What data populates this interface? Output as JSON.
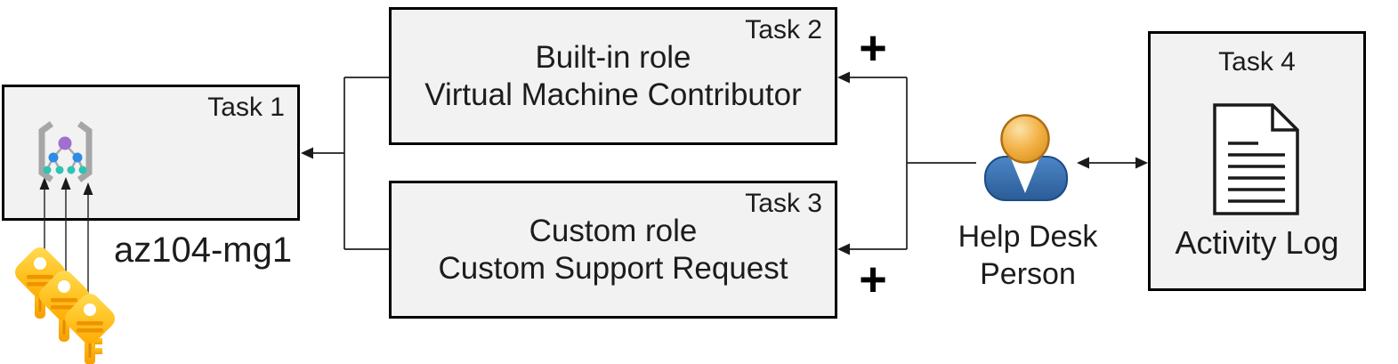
{
  "nodes": {
    "task1": {
      "label": "Task 1",
      "text": "az104-mg1",
      "icon": "management-group-icon"
    },
    "task2": {
      "label": "Task 2",
      "line1": "Built-in role",
      "line2": "Virtual Machine Contributor"
    },
    "task3": {
      "label": "Task 3",
      "line1": "Custom role",
      "line2": "Custom Support Request"
    },
    "task4": {
      "label": "Task 4",
      "caption": "Activity Log",
      "icon": "document-icon"
    },
    "person": {
      "line1": "Help Desk",
      "line2": "Person",
      "icon": "person-icon"
    },
    "keys": {
      "count": 3,
      "icon": "key-icon"
    }
  },
  "connectors": {
    "plus_top": "+",
    "plus_bottom": "+"
  },
  "colors": {
    "box_fill": "#F2F2F2",
    "box_border": "#000000",
    "text": "#1C1C1C",
    "connector": "#1F1F1F",
    "key_body": "#FFC425",
    "key_stripe": "#EF9300",
    "key_shaft": "#F79E00",
    "mg_bracket": "#A6A6A6",
    "mg_link": "#A9A9A9",
    "mg_root": "#A06FD0",
    "mg_mid": "#2E8BE6",
    "mg_leaf": "#2EC4B4",
    "person_head": "#F2B045",
    "person_head_border": "#AD6E12",
    "person_body": "#3B71AE",
    "person_body_border": "#1C4C84",
    "doc_stroke": "#1A1A1A"
  }
}
